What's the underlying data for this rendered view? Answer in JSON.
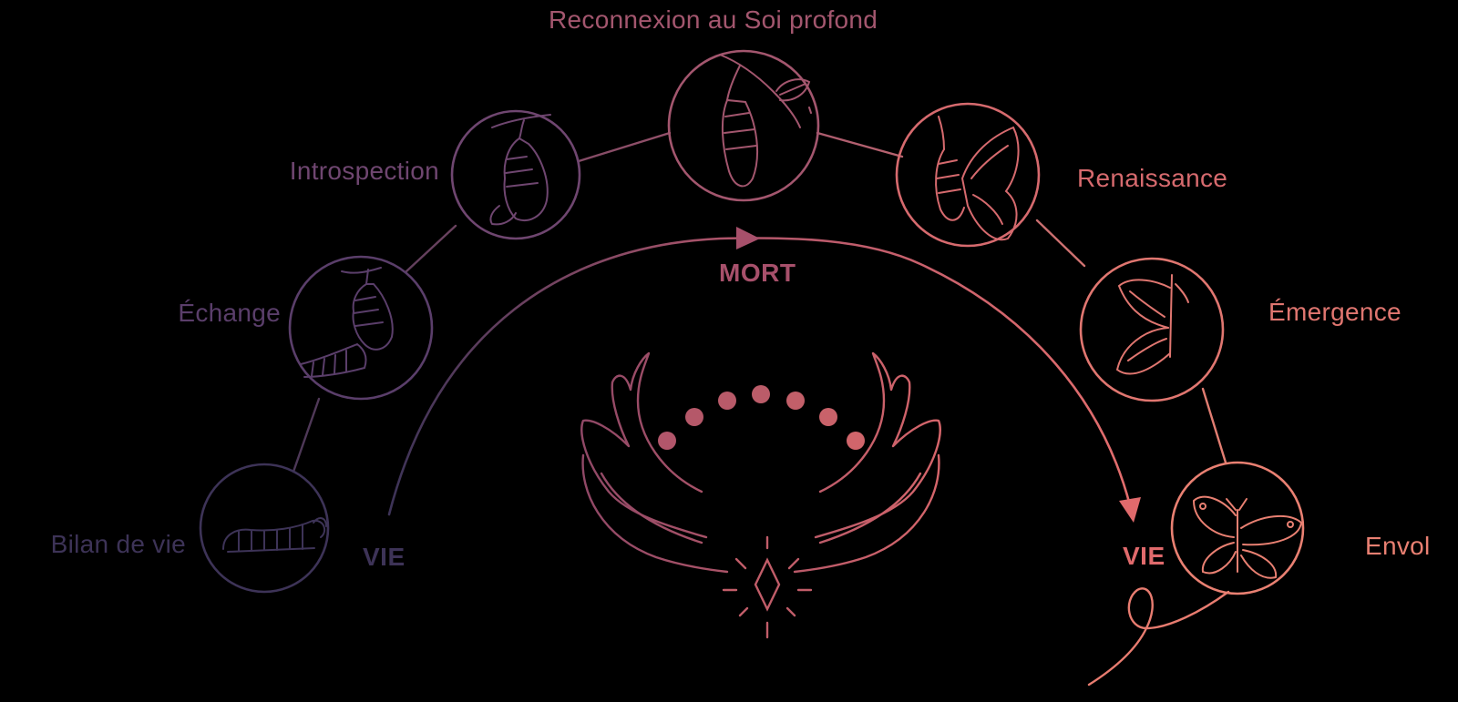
{
  "stages": [
    {
      "label": "Bilan de vie",
      "color": "#3d3357",
      "icon": "caterpillar-icon"
    },
    {
      "label": "Échange",
      "color": "#5a3e6a",
      "icon": "caterpillar-chrysalis-icon"
    },
    {
      "label": "Introspection",
      "color": "#6f4670",
      "icon": "chrysalis-icon"
    },
    {
      "label": "Reconnexion au Soi profond",
      "color": "#a3566e",
      "icon": "chrysalis-leaf-icon"
    },
    {
      "label": "Renaissance",
      "color": "#d66a6e",
      "icon": "emerging-butterfly-icon"
    },
    {
      "label": "Émergence",
      "color": "#e07670",
      "icon": "butterfly-side-icon"
    },
    {
      "label": "Envol",
      "color": "#e98072",
      "icon": "butterfly-flying-icon"
    }
  ],
  "phases": {
    "start": {
      "label": "VIE",
      "color": "#3d3357"
    },
    "middle": {
      "label": "MORT",
      "color": "#a7506b"
    },
    "end": {
      "label": "VIE",
      "color": "#e06a6c"
    }
  },
  "center": {
    "icon": "cupped-hands-icon",
    "dots_icon": "dots-arc-icon",
    "gem_icon": "diamond-spark-icon"
  },
  "colors": {
    "gradient_start": "#3a3152",
    "gradient_mid": "#a3566e",
    "gradient_end": "#ec8472"
  }
}
